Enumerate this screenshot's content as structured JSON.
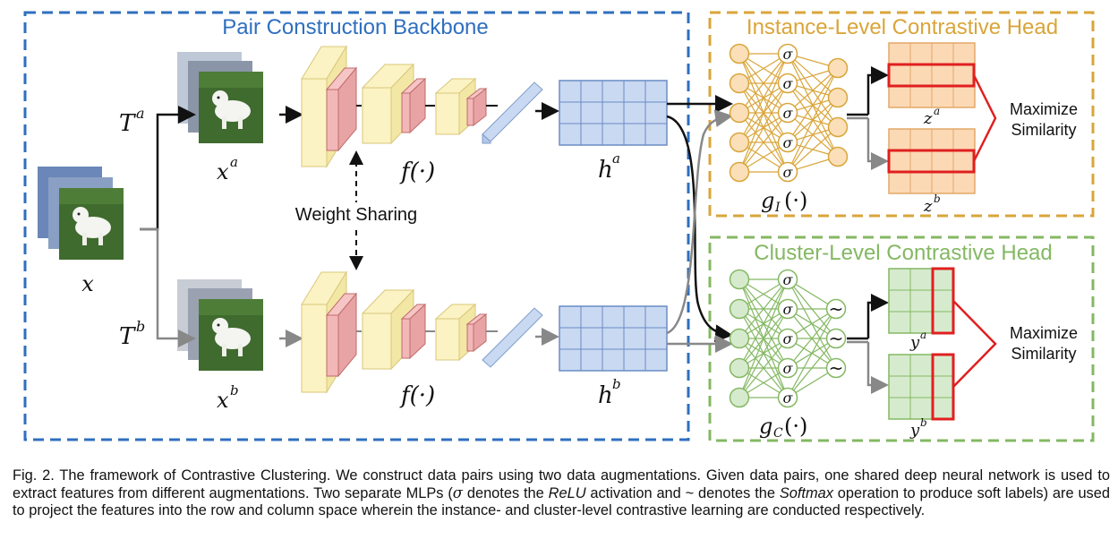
{
  "backbone": {
    "title": "Pair Construction Backbone",
    "color": "#2f6fbf"
  },
  "instance_head": {
    "title": "Instance-Level Contrastive Head",
    "color": "#d9a53a",
    "label": "g",
    "label_sub": "I",
    "label_arg": "(·)"
  },
  "cluster_head": {
    "title": "Cluster-Level Contrastive Head",
    "color": "#84b863",
    "label": "g",
    "label_sub": "C",
    "label_arg": "(·)"
  },
  "labels": {
    "x": "x",
    "Ta": "T",
    "Ta_sup": "a",
    "Tb": "T",
    "Tb_sup": "b",
    "xa": "x",
    "xa_sup": "a",
    "xb": "x",
    "xb_sup": "b",
    "f_top": "f(·)",
    "f_bottom": "f(·)",
    "ha": "h",
    "ha_sup": "a",
    "hb": "h",
    "hb_sup": "b",
    "za": "z",
    "za_sup": "a",
    "zb": "z",
    "zb_sup": "b",
    "ya": "y",
    "ya_sup": "a",
    "yb": "y",
    "yb_sup": "b",
    "weight_sharing": "Weight Sharing",
    "sigma": "σ",
    "tilde": "~",
    "max_sim_top_1": "Maximize",
    "max_sim_top_2": "Similarity",
    "max_sim_bottom_1": "Maximize",
    "max_sim_bottom_2": "Similarity"
  },
  "caption": {
    "part1": "Fig. 2. The framework of Contrastive Clustering. We construct data pairs using two data augmentations. Given data pairs, one shared deep neural network is used to extract features from different augmentations. Two separate MLPs (",
    "sigma": "σ",
    "part2": " denotes the ",
    "relu": "ReLU",
    "part3": " activation and ~ denotes the ",
    "softmax": "Softmax",
    "part4": " operation to produce soft labels) are used to project the features into the row and column space wherein the instance- and cluster-level contrastive learning are conducted respectively."
  },
  "colors": {
    "photo_grass": "#3f6b2e",
    "photo_dog": "#f2f2ee",
    "cube_yellow": "#fbf3c3",
    "cube_pink": "#f2b8b8",
    "feature_blue": "#c9d9f2",
    "grid_orange": "#fbd9b5",
    "grid_green": "#d6ebcd",
    "highlight_red": "#e02020",
    "arrow_dark": "#111111",
    "arrow_gray": "#888888"
  }
}
